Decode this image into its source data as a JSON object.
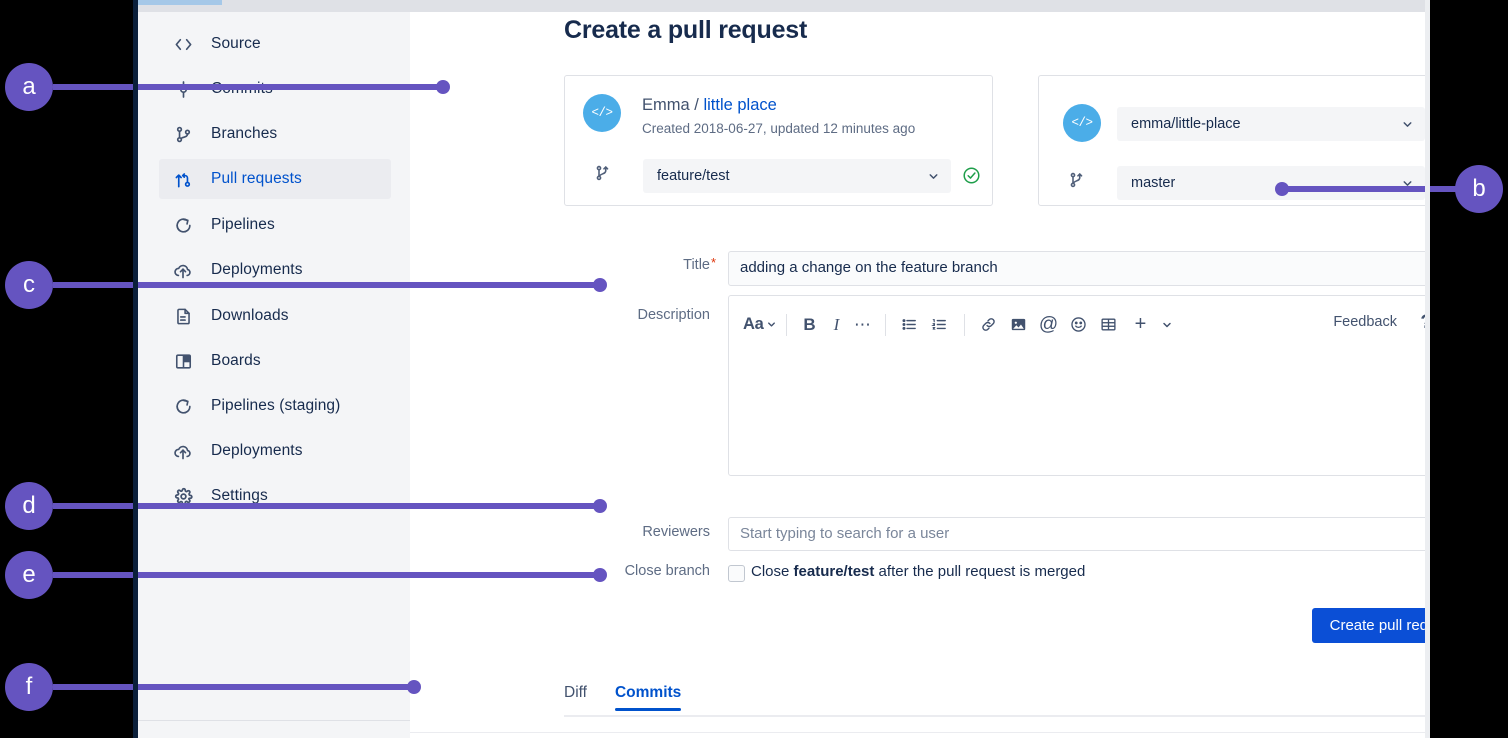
{
  "sidebar": {
    "items": [
      {
        "label": "Source",
        "icon": "code-icon",
        "active": false
      },
      {
        "label": "Commits",
        "icon": "commits-icon",
        "active": false
      },
      {
        "label": "Branches",
        "icon": "branches-icon",
        "active": false
      },
      {
        "label": "Pull requests",
        "icon": "pull-request-icon",
        "active": true
      },
      {
        "label": "Pipelines",
        "icon": "pipelines-icon",
        "active": false
      },
      {
        "label": "Deployments",
        "icon": "deployments-icon",
        "active": false
      },
      {
        "label": "Downloads",
        "icon": "downloads-icon",
        "active": false
      },
      {
        "label": "Boards",
        "icon": "boards-icon",
        "active": false
      },
      {
        "label": "Pipelines (staging)",
        "icon": "pipelines-icon",
        "active": false
      },
      {
        "label": "Deployments",
        "icon": "deployments-icon",
        "active": false
      },
      {
        "label": "Settings",
        "icon": "gear-icon",
        "active": false
      }
    ]
  },
  "header": {
    "title": "Create a pull request"
  },
  "source": {
    "repo_owner": "Emma",
    "separator": " / ",
    "repo_name": "little place",
    "meta": "Created 2018-06-27, updated 12 minutes ago",
    "branch": "feature/test",
    "avatar_glyph": "</>",
    "status_icon": "check-circle-icon"
  },
  "destination": {
    "repository": "emma/little-place",
    "branch": "master",
    "avatar_glyph": "</>",
    "status_icon": "check-circle-icon"
  },
  "form": {
    "title_label": "Title",
    "title_required_marker": "*",
    "title_value": "adding a change on the feature branch",
    "description_label": "Description",
    "reviewers_label": "Reviewers",
    "reviewers_placeholder": "Start typing to search for a user",
    "close_branch_label": "Close branch",
    "close_branch_prefix": "Close ",
    "close_branch_branch": "feature/test",
    "close_branch_suffix": " after the pull request is merged",
    "close_branch_checked": false,
    "submit_label": "Create pull request"
  },
  "editor_toolbar": {
    "buttons": [
      {
        "glyph": "Aa",
        "name": "text-style-icon",
        "chevron": true
      },
      {
        "glyph": "B",
        "name": "bold-icon",
        "chevron": false
      },
      {
        "glyph": "I",
        "name": "italic-icon",
        "chevron": false
      },
      {
        "glyph": "⋯",
        "name": "more-formatting-icon",
        "chevron": false
      },
      {
        "glyph": "bullet-list",
        "name": "bullet-list-icon",
        "chevron": false
      },
      {
        "glyph": "numbered-list",
        "name": "numbered-list-icon",
        "chevron": false
      },
      {
        "glyph": "link",
        "name": "link-icon",
        "chevron": false
      },
      {
        "glyph": "image",
        "name": "image-icon",
        "chevron": false
      },
      {
        "glyph": "@",
        "name": "mention-icon",
        "chevron": false
      },
      {
        "glyph": "emoji",
        "name": "emoji-icon",
        "chevron": false
      },
      {
        "glyph": "table",
        "name": "table-icon",
        "chevron": false
      },
      {
        "glyph": "+",
        "name": "insert-more-icon",
        "chevron": true
      }
    ],
    "feedback_label": "Feedback",
    "help_label": "?"
  },
  "tabs": [
    {
      "label": "Diff",
      "active": false
    },
    {
      "label": "Commits",
      "active": true
    }
  ],
  "callouts": [
    {
      "letter": "a"
    },
    {
      "letter": "b"
    },
    {
      "letter": "c"
    },
    {
      "letter": "d"
    },
    {
      "letter": "e"
    },
    {
      "letter": "f"
    }
  ],
  "colors": {
    "callout_purple": "#6554C0",
    "link_blue": "#0052CC",
    "button_blue": "#0B4FD6",
    "success_green": "#36B37E",
    "required_red": "#DE350B",
    "avatar_blue": "#4BADE8",
    "sidebar_bg": "#F4F5F7",
    "text_dark": "#172B4D"
  }
}
